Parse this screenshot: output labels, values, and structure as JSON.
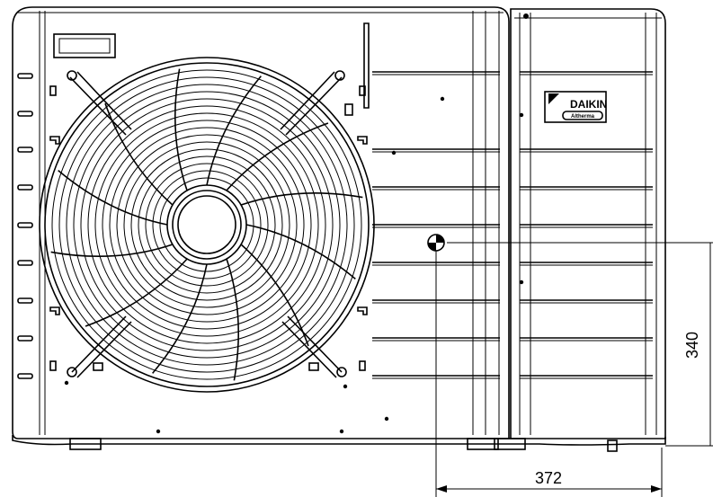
{
  "logo": {
    "brand": "DAIKIN",
    "sub": "Altherma"
  },
  "dimensions": {
    "width_label": "372",
    "height_label": "340"
  },
  "colors": {
    "line": "#000000",
    "background": "#ffffff"
  }
}
